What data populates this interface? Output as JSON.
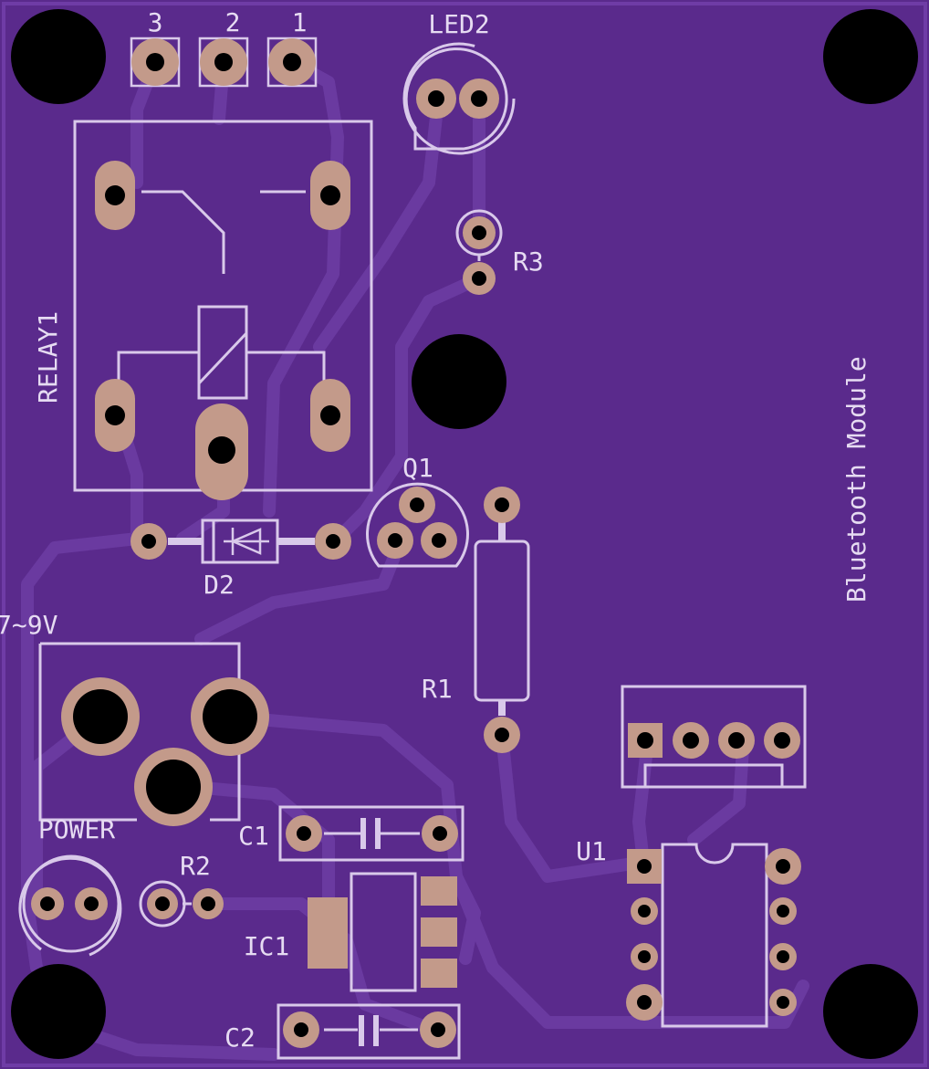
{
  "board": {
    "colors": {
      "substrate": "#5a2a8c",
      "trace": "#6a3aa0",
      "silkscreen": "#d9c9ea",
      "pad": "#c39a8a",
      "drill": "#000000"
    }
  },
  "labels": {
    "pin3": "3",
    "pin2": "2",
    "pin1": "1",
    "led2": "LED2",
    "relay1": "RELAY1",
    "r3": "R3",
    "q1": "Q1",
    "d2": "D2",
    "voltage": "7~9V",
    "r1": "R1",
    "power": "POWER",
    "r2": "R2",
    "c1": "C1",
    "ic1": "IC1",
    "c2": "C2",
    "u1": "U1",
    "bluetooth": "Bluetooth Module"
  }
}
